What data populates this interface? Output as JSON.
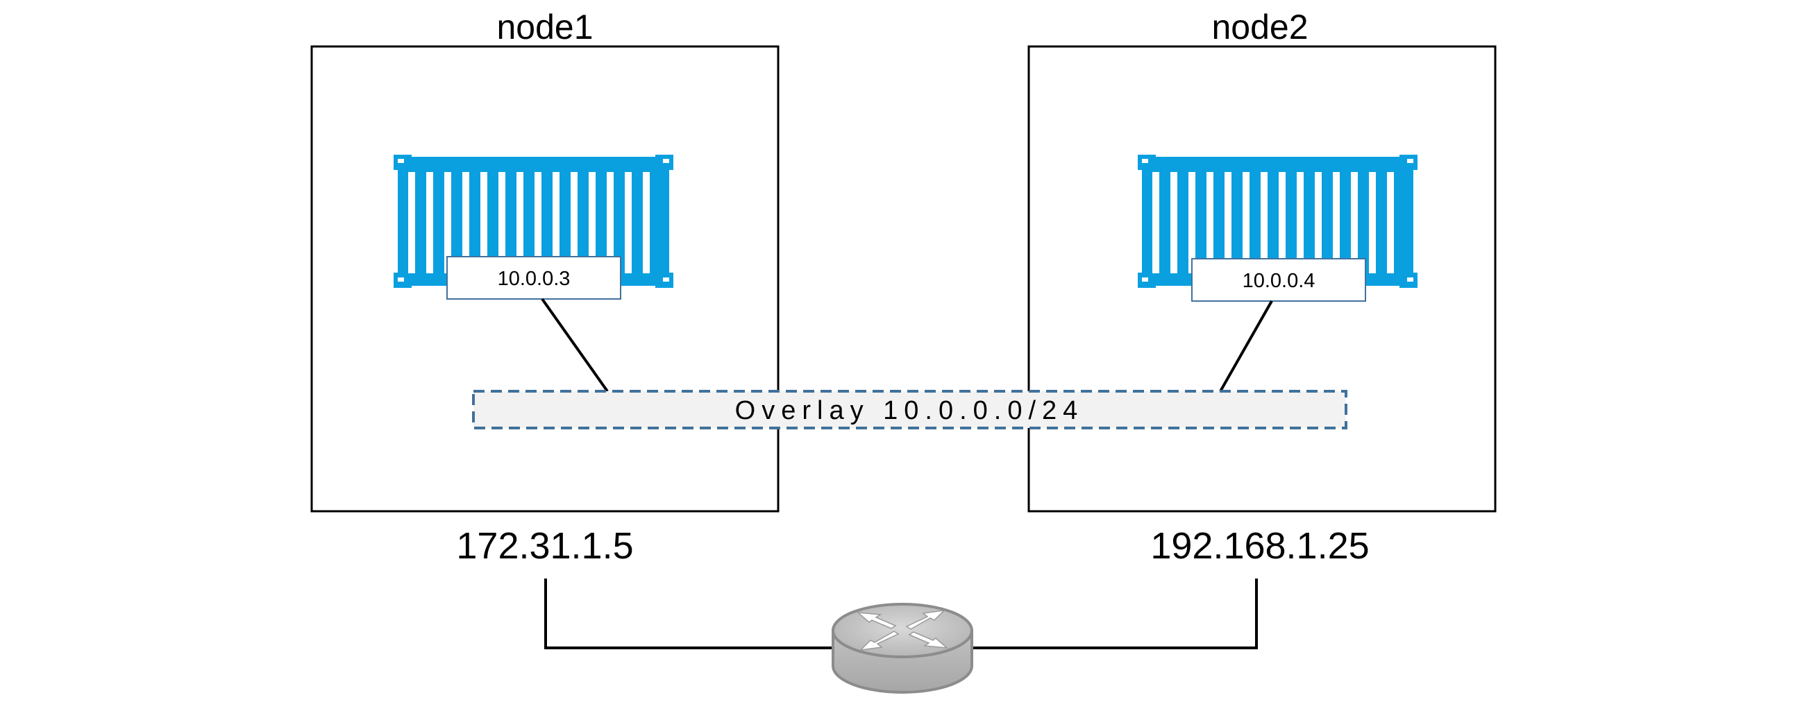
{
  "nodes": [
    {
      "title": "node1",
      "host_ip": "172.31.1.5",
      "container_ip": "10.0.0.3"
    },
    {
      "title": "node2",
      "host_ip": "192.168.1.25",
      "container_ip": "10.0.0.4"
    }
  ],
  "overlay": {
    "label": "Overlay 10.0.0.0/24"
  },
  "colors": {
    "container_blue": "#0AA0E0",
    "overlay_border": "#41719C",
    "overlay_fill": "#F2F2F2",
    "router_gray": "#BDBDBD",
    "router_outline": "#8C8C8C",
    "line": "#000000"
  },
  "icons": {
    "container": "shipping-container-icon",
    "router": "router-icon"
  }
}
